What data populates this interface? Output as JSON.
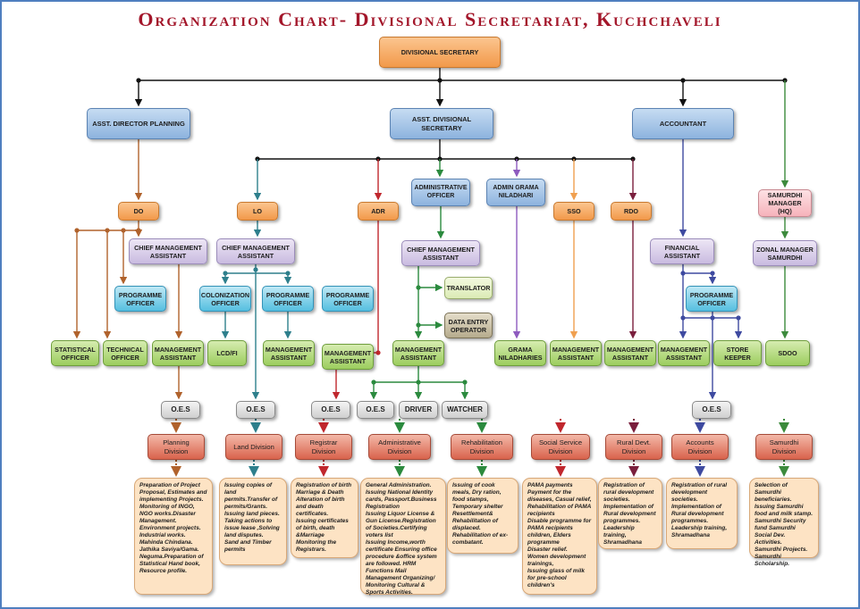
{
  "title": "Organization Chart- Divisional Secretariat, Kuchchaveli",
  "nodes": {
    "divisional_secretary": "DIVISIONAL SECRETARY",
    "asst_director_planning": "ASST. DIRECTOR PLANNING",
    "asst_divisional_secretary": "ASST. DIVISIONAL SECRETARY",
    "accountant": "ACCOUNTANT",
    "samurdhi_manager": "SAMURDHI MANAGER (HQ)",
    "do": "DO",
    "lo": "LO",
    "adr": "ADR",
    "administrative_officer": "ADMINISTRATIVE OFFICER",
    "admin_grama_niladhari": "ADMIN GRAMA NILADHARI",
    "sso": "SSO",
    "rdo": "RDO",
    "cma_planning": "CHIEF MANAGEMENT ASSISTANT",
    "cma_land": "CHIEF MANAGEMENT ASSISTANT",
    "cma_admin": "CHIEF MANAGEMENT ASSISTANT",
    "financial_assistant": "FINANCIAL ASSISTANT",
    "zonal_manager": "ZONAL MANAGER SAMURDHI",
    "po_planning": "PROGRAMME OFFICER",
    "colonization_officer": "COLONIZATION OFFICER",
    "po_land": "PROGRAMME OFFICER",
    "po_registrar": "PROGRAMME OFFICER",
    "translator": "TRANSLATOR",
    "data_entry_operator": "DATA ENTRY OPERATOR",
    "po_accounts": "PROGRAMME OFFICER",
    "statistical_officer": "STATISTICAL OFFICER",
    "technical_officer": "TECHNICAL OFFICER",
    "ma_planning": "MANAGEMENT ASSISTANT",
    "lcd_fi": "LCD/FI",
    "ma_land": "MANAGEMENT ASSISTANT",
    "ma_registrar": "MANAGEMENT ASSISTANT",
    "ma_admin": "MANAGEMENT ASSISTANT",
    "grama_niladharies": "GRAMA NILADHARIES",
    "ma_sso": "MANAGEMENT ASSISTANT",
    "ma_rdo": "MANAGEMENT ASSISTANT",
    "ma_accounts": "MANAGEMENT ASSISTANT",
    "store_keeper": "STORE KEEPER",
    "sdoo": "SDOO",
    "oes_planning": "O.E.S",
    "oes_land": "O.E.S",
    "oes_registrar": "O.E.S",
    "oes_admin": "O.E.S",
    "driver": "DRIVER",
    "watcher": "WATCHER",
    "oes_accounts": "O.E.S"
  },
  "divisions": [
    {
      "name": "Planning Division",
      "duties": "Preparation of Project Proposal, Estimates and implementing Projects.\nMonitoring of INGO, NGO works.Disaster Management.\nEnvironment projects.\nIndustrial works.\nMahinda Chindana.\nJathika Saviya/Gama.\nNeguma.Preparation of Statistical  Hand book, Resource profile."
    },
    {
      "name": "Land Division",
      "duties": "Issuing copies of land permits.Transfer of permits/Grants.\nIssuing land pieces.\nTaking actions to issue lease ,Solving land disputes.\nSand and Timber permits"
    },
    {
      "name": "Registrar Division",
      "duties": "Registration of birth Marriage & Death\nAlteration of birth and  death certificates.\nIssuing certificates of birth, death &Marriage\nMonitoring the Registrars."
    },
    {
      "name": "Administrative Division",
      "duties": "General Administration.\nIssuing National Identity cards, Passport.Business Registration\nIssuing Liquor License & Gun License.Registration of Societies.Certifying voters list\nIssuing Income,worth certificate Ensuring office procedure &office system are followed. HRM Functions Mail Management Organizing/\n Monitoring Cultural & Sports Activities."
    },
    {
      "name": "Rehabilitation Division",
      "duties": "Issuing of cook meals, Dry ration, food stamps, Temporary shelter Resettlement&\nRehabilitation of displaced.\nRehabilitation of ex-combatant."
    },
    {
      "name": "Social Service Division",
      "duties": "PAMA payments Payment for the diseases, Casual relief, Rehabilitation of PAMA recipients\nDisable programme for PAMA recipients children, Elders programme\nDisaster relief.\nWomen development trainings,\nIssuing glass of milk for pre-school children's"
    },
    {
      "name": "Rural Devt. Division",
      "duties": "Registration of rural development societies.\nImplementation of Rural development programmes.\nLeadership training, Shramadhana"
    },
    {
      "name": "Accounts Division",
      "duties": "Registration of rural development societies.\nImplementation of Rural development programmes.\nLeadership training, Shramadhana"
    },
    {
      "name": "Samurdhi Division",
      "duties": "Selection of Samurdhi beneficiaries.\nIssuing Samurdhi food and milk stamp.\nSamurdhi Security fund Samurdhi Social Dev. Activities.\nSamurdhi Projects.\nSamurdhi Scholarship."
    }
  ],
  "colors": {
    "title": "#a3162a",
    "frame": "#4f7fbf",
    "connector_main": "#111111",
    "connector_planning": "#b0622c",
    "connector_land": "#2e7f8c",
    "connector_registrar": "#c0272d",
    "connector_admin": "#2b8a3e",
    "connector_grama": "#8e5bbf",
    "connector_sso": "#f0a050",
    "connector_rdo": "#7a1f3d",
    "connector_accounts": "#3e4aa0",
    "connector_samurdhi": "#3c8a3c"
  }
}
